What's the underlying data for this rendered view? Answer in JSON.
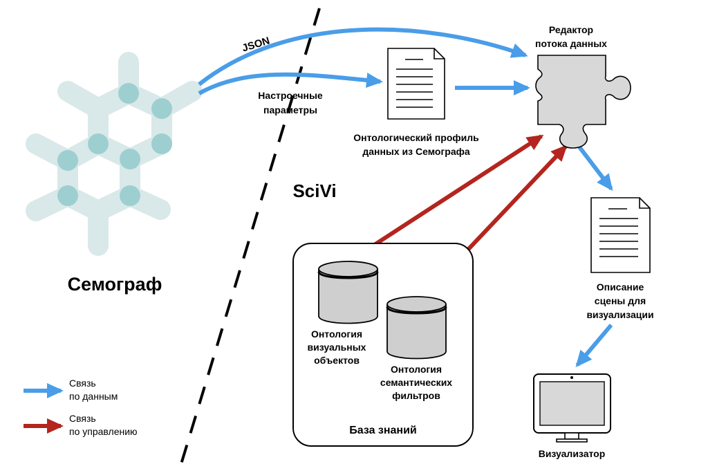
{
  "labels": {
    "json": "JSON",
    "tuning_line1": "Настроечные",
    "tuning_line2": "параметры",
    "sciVi": "SciVi",
    "semograph": "Семограф",
    "editor_line1": "Редактор",
    "editor_line2": "потока данных",
    "profile_line1": "Онтологический профиль",
    "profile_line2": "данных из Семографа",
    "scene_line1": "Описание",
    "scene_line2": "сцены для",
    "scene_line3": "визуализации",
    "visualizer": "Визуализатор",
    "kb_title": "База знаний",
    "onto_vis_line1": "Онтология",
    "onto_vis_line2": "визуальных",
    "onto_vis_line3": "объектов",
    "onto_sem_line1": "Онтология",
    "onto_sem_line2": "семантических",
    "onto_sem_line3": "фильтров"
  },
  "legend": {
    "data_line1": "Связь",
    "data_line2": "по данным",
    "control_line1": "Связь",
    "control_line2": "по управлению"
  },
  "colors": {
    "data_link": "#4a9de8",
    "control_link": "#b3251e",
    "molecule_bond": "#d9e8e8",
    "molecule_atom": "#9ecfd0",
    "puzzle_fill": "#d8d8d8",
    "cylinder_fill": "#cfcfcf"
  },
  "icons": {
    "semograph": "molecule-icon",
    "editor": "puzzle-piece-icon",
    "document": "document-icon",
    "database": "database-cylinder-icon",
    "visualizer": "monitor-icon"
  }
}
